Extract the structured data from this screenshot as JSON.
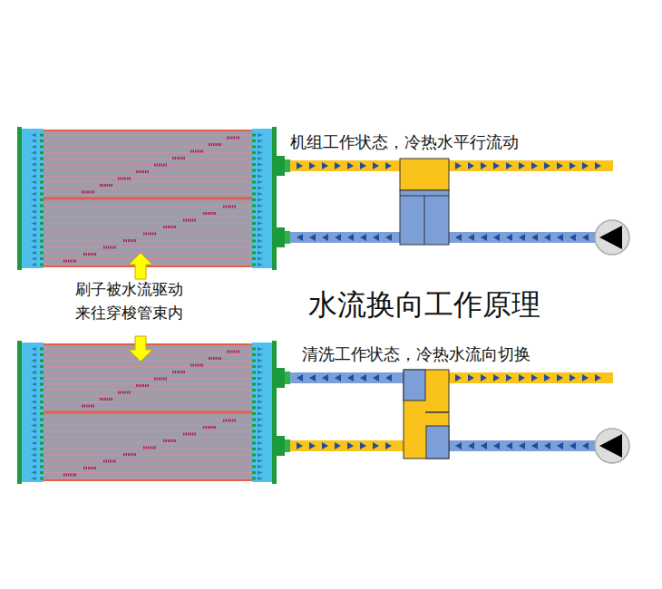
{
  "diagram": {
    "title": "水流换向工作原理",
    "labels": [
      "机组工作状态，冷热水平行流动",
      "刷子被水流驱动 来往穿梭管束内",
      "清洗工作状态，冷热水流向切换"
    ]
  }
}
